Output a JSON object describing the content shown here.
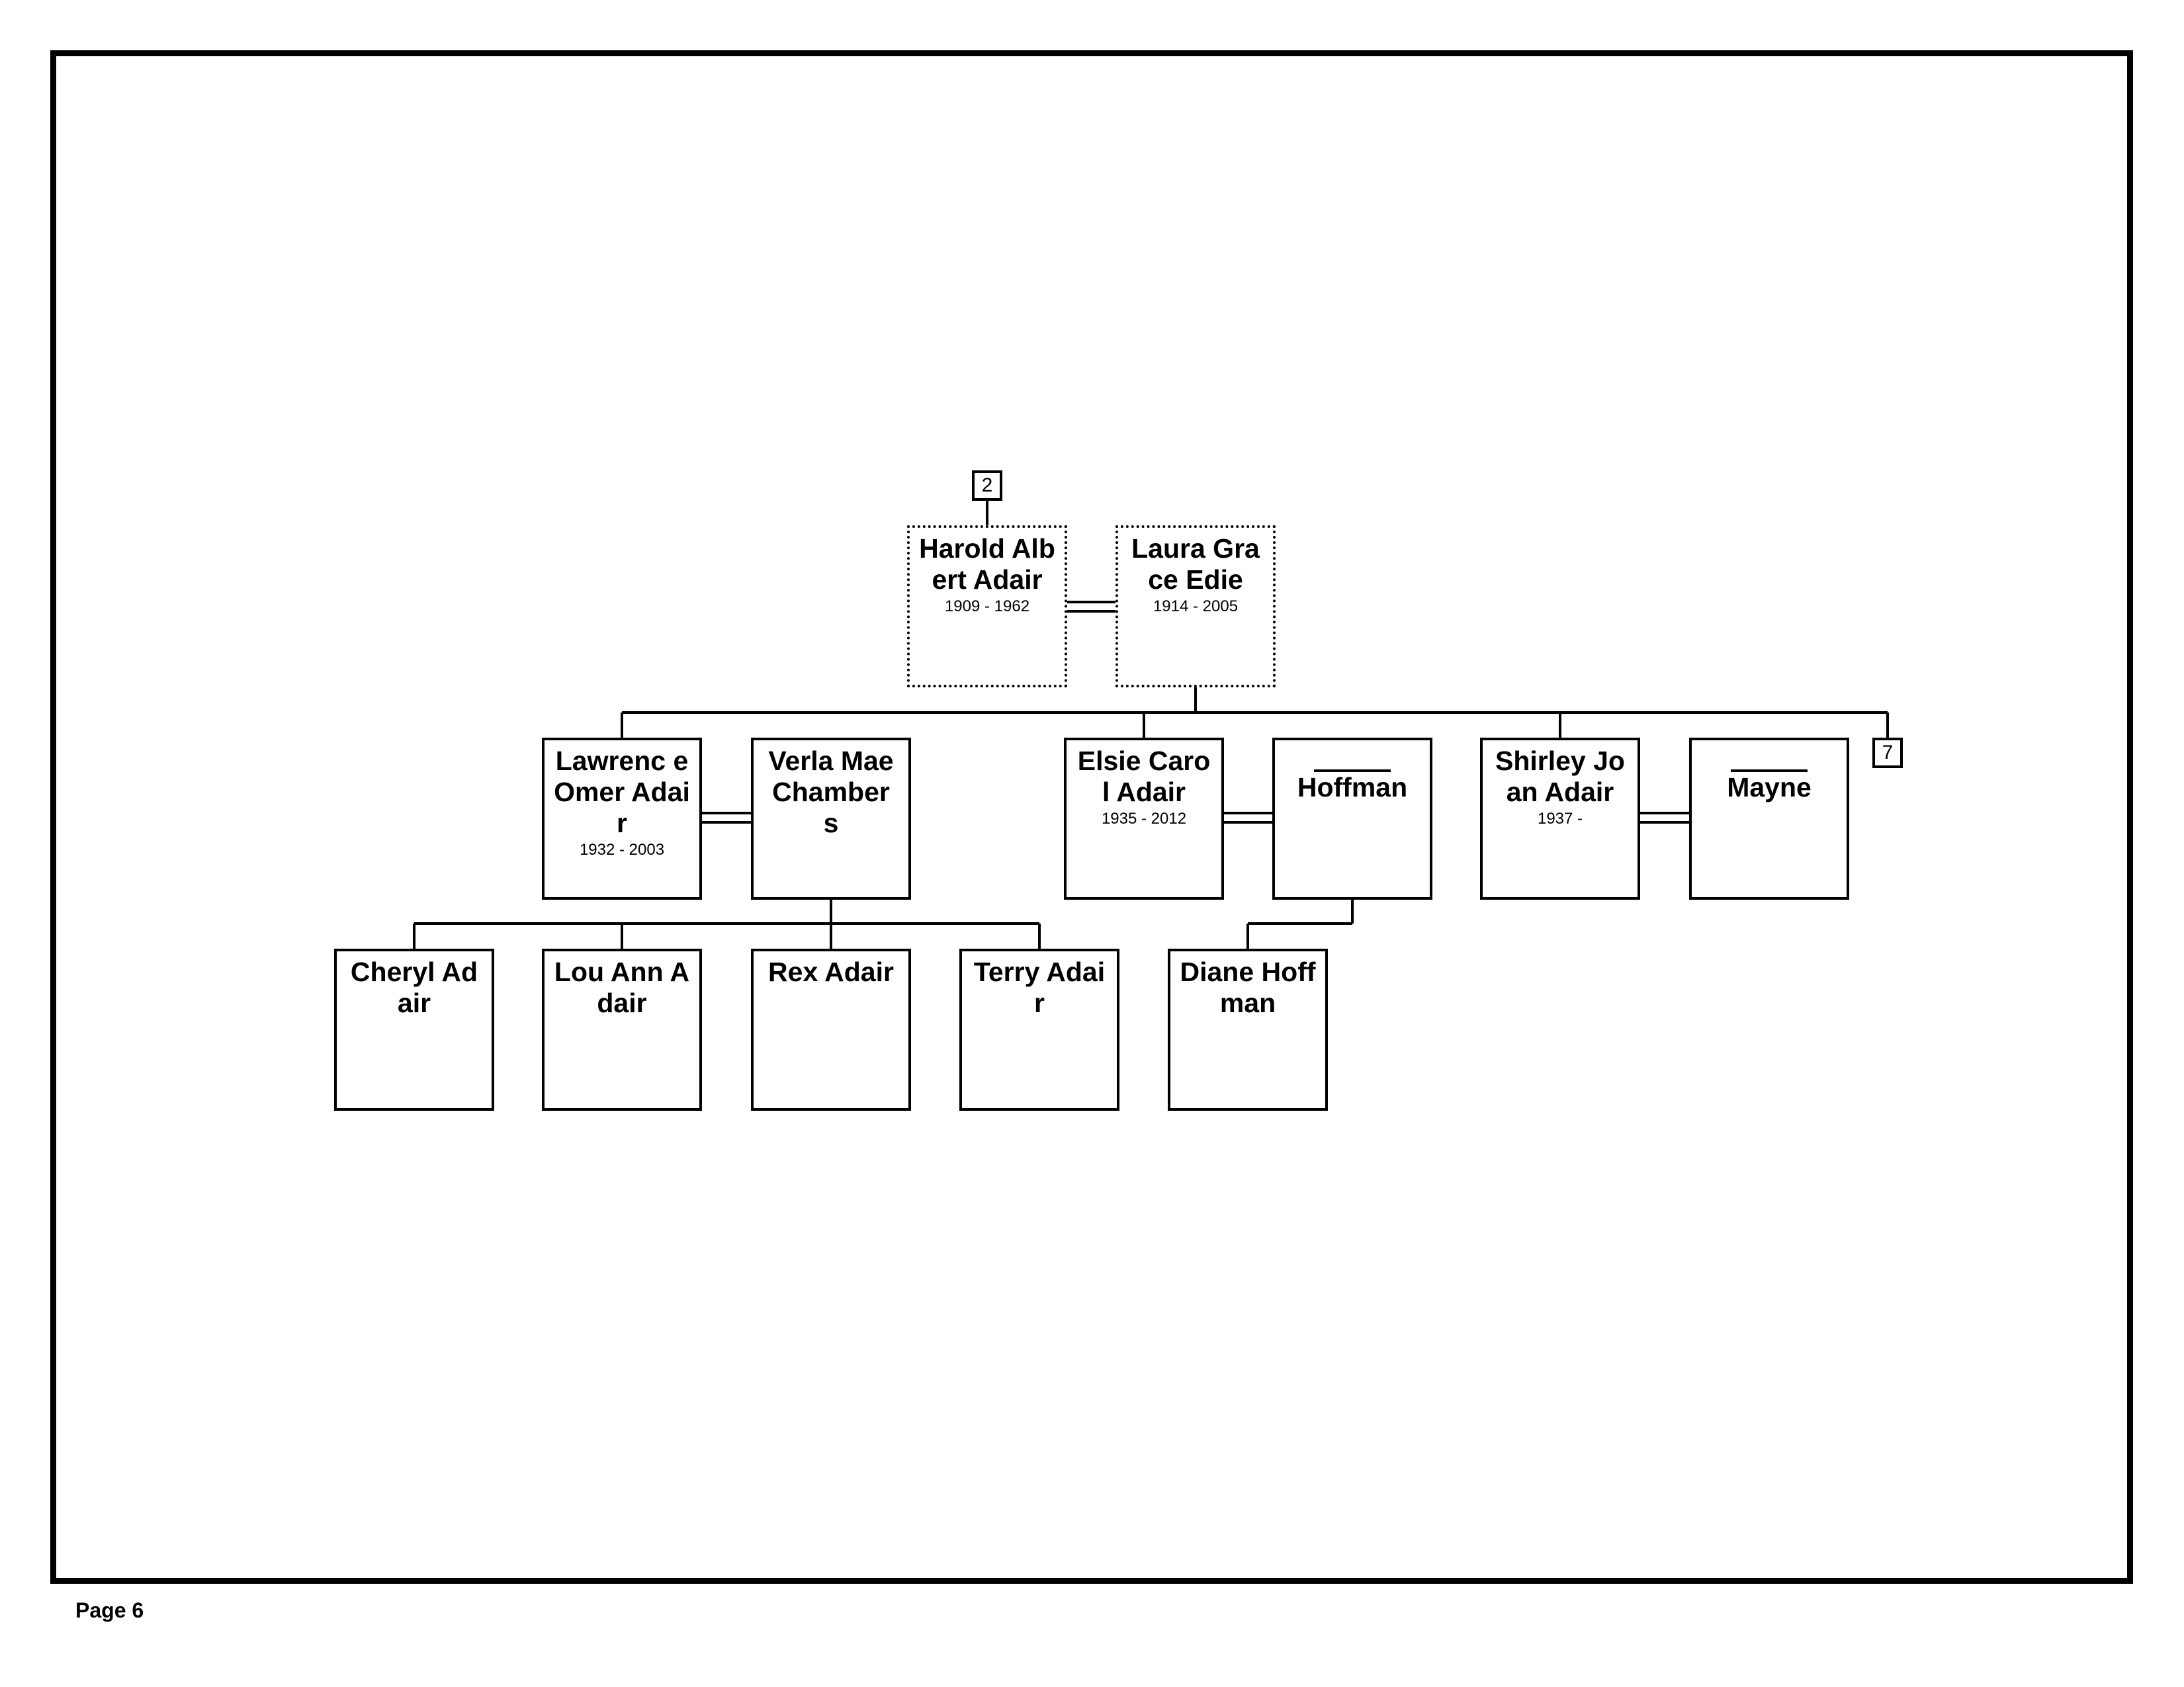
{
  "footer": {
    "page": "Page 6"
  },
  "refs": {
    "top": "2",
    "right": "7"
  },
  "generation1": {
    "harold": {
      "name": "Harold Albert Adair",
      "dates": "1909 - 1962"
    },
    "laura": {
      "name": "Laura Grace Edie",
      "dates": "1914 - 2005"
    }
  },
  "generation2": {
    "lawrence": {
      "name": "Lawrenc e Omer Adair",
      "dates": "1932 - 2003"
    },
    "verla": {
      "name": "Verla Mae Chamber s"
    },
    "elsie": {
      "name": "Elsie Carol Adair",
      "dates": "1935 - 2012"
    },
    "hoffman": {
      "name": "Hoffman"
    },
    "shirley": {
      "name": "Shirley Joan Adair",
      "dates": "1937 -"
    },
    "mayne": {
      "name": "Mayne"
    }
  },
  "generation3": {
    "cheryl": {
      "name": "Cheryl Adair"
    },
    "louann": {
      "name": "Lou Ann Adair"
    },
    "rex": {
      "name": "Rex Adair"
    },
    "terry": {
      "name": "Terry Adair"
    },
    "diane": {
      "name": "Diane Hoffman"
    }
  }
}
